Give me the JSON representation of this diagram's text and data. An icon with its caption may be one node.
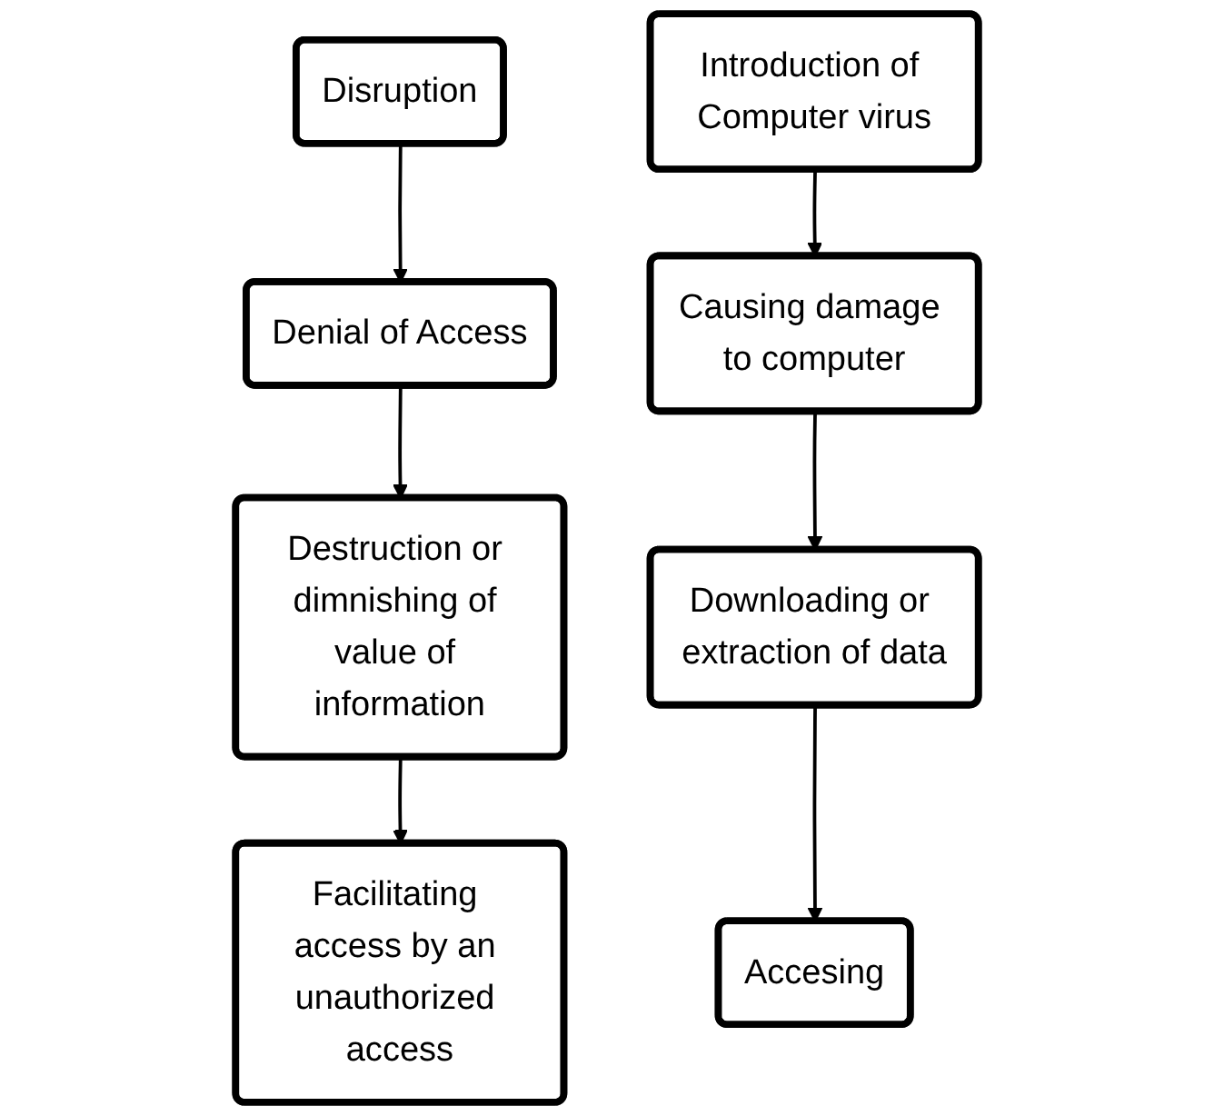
{
  "diagram": {
    "nodes": [
      {
        "text": [
          "Accesing"
        ]
      },
      {
        "text": [
          "Disruption"
        ]
      },
      {
        "text": [
          "Denial of Access"
        ]
      },
      {
        "text": [
          "Destruction or dimnishing of value of information"
        ]
      },
      {
        "text": [
          "Facilitating access by an unauthorized access"
        ]
      },
      {
        "text": [
          "Introduction of Computer virus"
        ]
      },
      {
        "text": [
          "Causing damage to computer"
        ]
      },
      {
        "text": [
          "Downloading or extraction of data"
        ]
      }
    ],
    "edges": [
      {
        "from": 7,
        "to": 0,
        "arrow": "to"
      },
      {
        "from": 1,
        "to": 2,
        "arrow": "to"
      },
      {
        "from": 2,
        "to": 3,
        "arrow": "to"
      },
      {
        "from": 3,
        "to": 4,
        "arrow": "to"
      },
      {
        "from": 5,
        "to": 6,
        "arrow": "to"
      },
      {
        "from": 6,
        "to": 7,
        "arrow": "to"
      }
    ]
  }
}
